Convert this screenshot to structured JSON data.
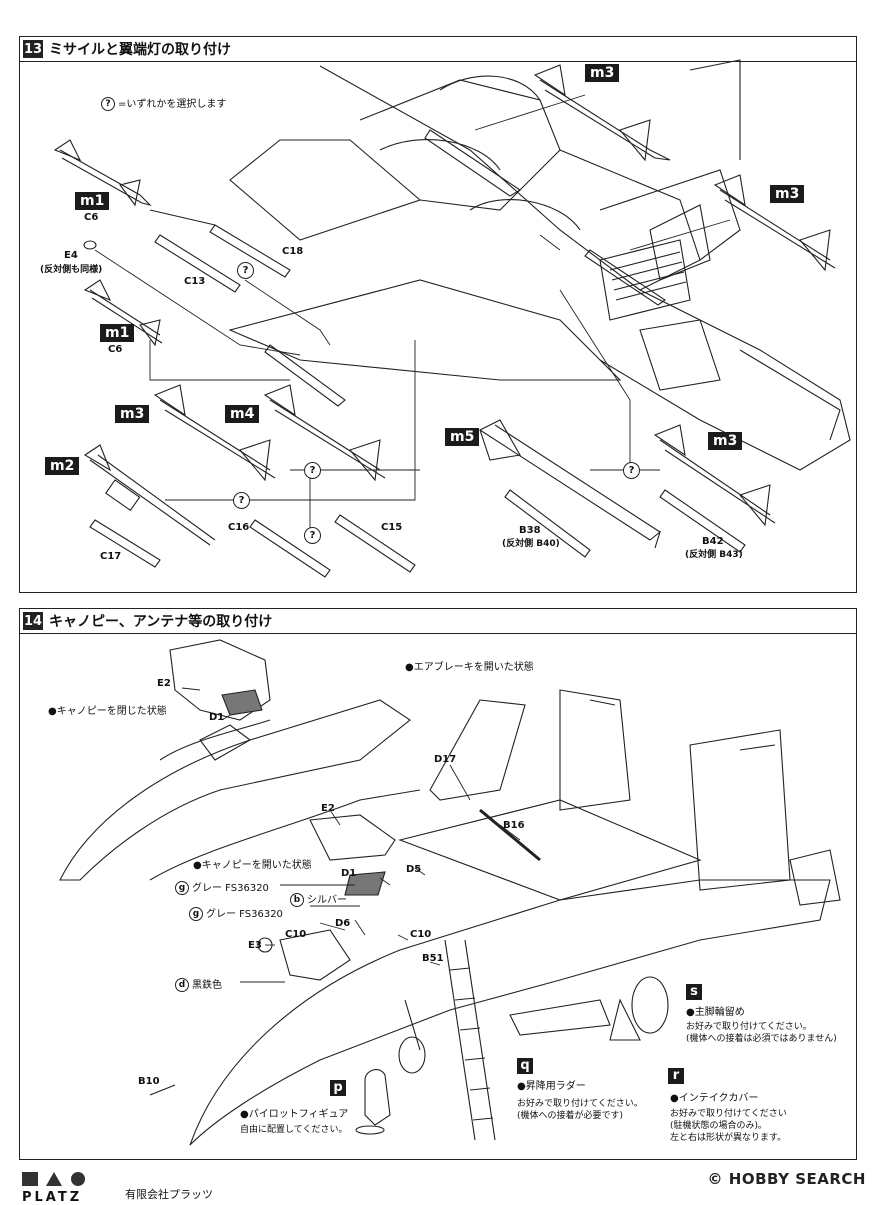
{
  "step13": {
    "number": "13",
    "title": "ミサイルと翼端灯の取り付け",
    "legend": "=いずれかを選択します",
    "legend_symbol": "?",
    "tags": {
      "m3_top": "m3",
      "m3_right": "m3",
      "m1_a": "m1",
      "m1_b": "m1",
      "m3_left": "m3",
      "m4": "m4",
      "m2": "m2",
      "m5": "m5",
      "m3_bottom": "m3"
    },
    "labels": {
      "c6_a": "C6",
      "c18": "C18",
      "c13": "C13",
      "e4": "E4",
      "e4_note": "(反対側も同様)",
      "c6_b": "C6",
      "c16": "C16",
      "c15": "C15",
      "c17": "C17",
      "b38": "B38",
      "b38_note": "(反対側 B40)",
      "b42": "B42",
      "b42_note": "(反対側 B43)"
    },
    "q": "?"
  },
  "step14": {
    "number": "14",
    "title": "キャノピー、アンテナ等の取り付け",
    "notes": {
      "airbrake": "●エアブレーキを開いた状態",
      "closed": "●キャノピーを閉じた状態",
      "opened": "●キャノピーを開いた状態"
    },
    "labels": {
      "e2_a": "E2",
      "d1_a": "D1",
      "d17": "D17",
      "b16": "B16",
      "e2_b": "E2",
      "d1_b": "D1",
      "d5": "D5",
      "d6": "D6",
      "c10_a": "C10",
      "c10_b": "C10",
      "e3": "E3",
      "b51": "B51",
      "b10": "B10"
    },
    "colors": [
      {
        "code": "g",
        "text": "グレー FS36320"
      },
      {
        "code": "b",
        "text": "シルバー"
      },
      {
        "code": "g",
        "text": "グレー FS36320"
      },
      {
        "code": "d",
        "text": "黒鉄色"
      }
    ],
    "parts": {
      "s": {
        "letter": "s",
        "title": "●主脚輪留め",
        "lines": [
          "お好みで取り付けてください。",
          "(機体への接着は必須ではありません)"
        ]
      },
      "q": {
        "letter": "q",
        "title": "●昇降用ラダー",
        "lines": [
          "お好みで取り付けてください。",
          "(機体への接着が必要です)"
        ]
      },
      "r": {
        "letter": "r",
        "title": "●インテイクカバー",
        "lines": [
          "お好みで取り付けてください",
          "(駐機状態の場合のみ)。",
          "左と右は形状が異なります。"
        ]
      },
      "p": {
        "letter": "p",
        "title": "●パイロットフィギュア",
        "lines": [
          "自由に配置してください。"
        ]
      }
    }
  },
  "footer": {
    "company": "有限会社プラッツ",
    "brand": "PLATZ",
    "watermark": "HOBBY SEARCH",
    "watermark_prefix": "©"
  }
}
